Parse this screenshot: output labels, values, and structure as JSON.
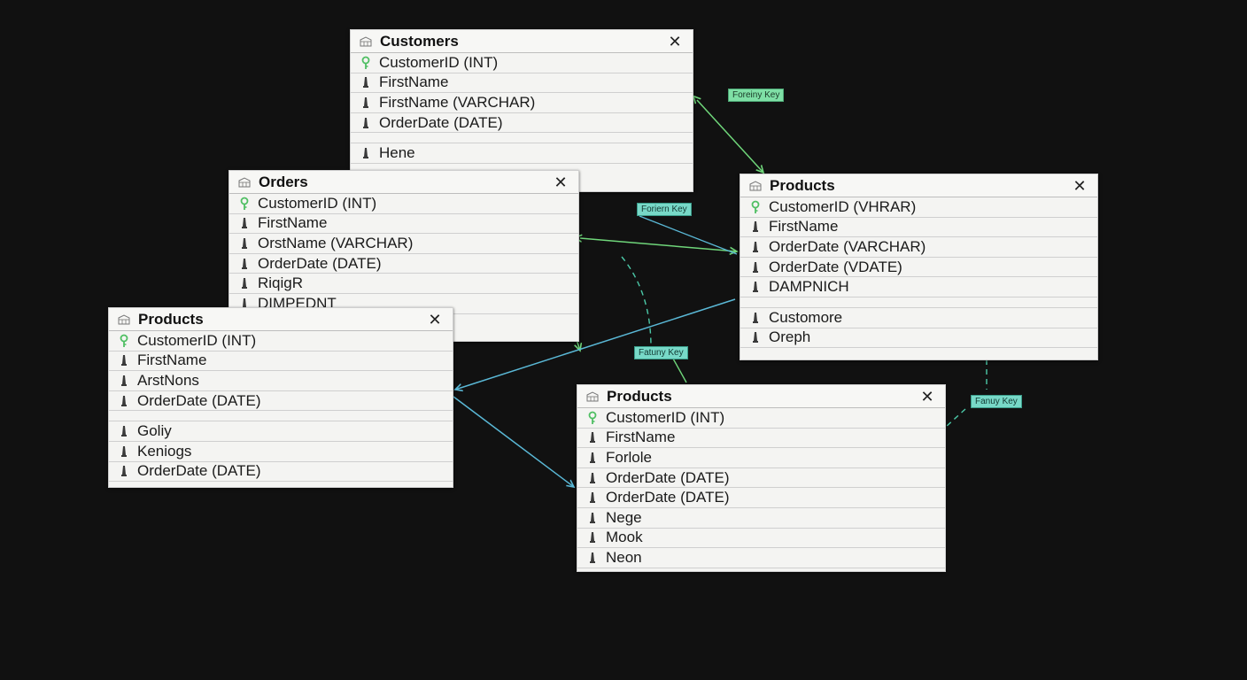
{
  "tables": [
    {
      "name": "Customers",
      "fields": [
        {
          "label": "CustomerID (INT)",
          "icon": "key-icon"
        },
        {
          "label": "FirstName",
          "icon": "column-icon"
        },
        {
          "label": "FirstName (VARCHAR)",
          "icon": "column-icon"
        },
        {
          "label": "OrderDate (DATE)",
          "icon": "column-icon"
        },
        {
          "label": "",
          "icon": "blank"
        },
        {
          "label": "Hene",
          "icon": "column-icon"
        }
      ]
    },
    {
      "name": "Orders",
      "fields": [
        {
          "label": "CustomerID (INT)",
          "icon": "key-icon"
        },
        {
          "label": "FirstName",
          "icon": "column-icon"
        },
        {
          "label": "OrstName (VARCHAR)",
          "icon": "column-icon"
        },
        {
          "label": "OrderDate (DATE)",
          "icon": "column-icon"
        },
        {
          "label": "RiqigR",
          "icon": "column-icon"
        },
        {
          "label": "DIMPEDNT",
          "icon": "column-icon"
        }
      ]
    },
    {
      "name": "Products",
      "fields": [
        {
          "label": "CustomerID (INT)",
          "icon": "key-icon"
        },
        {
          "label": "FirstName",
          "icon": "column-icon"
        },
        {
          "label": "ArstNons",
          "icon": "column-icon"
        },
        {
          "label": "OrderDate (DATE)",
          "icon": "column-icon"
        },
        {
          "label": "",
          "icon": "blank"
        },
        {
          "label": "Goliy",
          "icon": "column-icon"
        },
        {
          "label": "Keniogs",
          "icon": "column-icon"
        },
        {
          "label": "OrderDate (DATE)",
          "icon": "column-icon"
        }
      ]
    },
    {
      "name": "Products",
      "fields": [
        {
          "label": "CustomerID (VHRAR)",
          "icon": "key-icon"
        },
        {
          "label": "FirstName",
          "icon": "column-icon"
        },
        {
          "label": "OrderDate (VARCHAR)",
          "icon": "column-icon"
        },
        {
          "label": "OrderDate (VDATE)",
          "icon": "column-icon"
        },
        {
          "label": "DAMPNICH",
          "icon": "column-icon"
        },
        {
          "label": "",
          "icon": "blank"
        },
        {
          "label": "Customore",
          "icon": "column-icon"
        },
        {
          "label": "Oreph",
          "icon": "column-icon"
        }
      ]
    },
    {
      "name": "Products",
      "fields": [
        {
          "label": "CustomerID (INT)",
          "icon": "key-icon"
        },
        {
          "label": "FirstName",
          "icon": "column-icon"
        },
        {
          "label": "Forlole",
          "icon": "column-icon"
        },
        {
          "label": "OrderDate (DATE)",
          "icon": "column-icon"
        },
        {
          "label": "OrderDate (DATE)",
          "icon": "column-icon"
        },
        {
          "label": "Nege",
          "icon": "column-icon"
        },
        {
          "label": "Mook",
          "icon": "column-icon"
        },
        {
          "label": "Neon",
          "icon": "column-icon"
        }
      ]
    }
  ],
  "relationship_labels": [
    "Foreiny Key",
    "Foriern Key",
    "Fatuny Key",
    "Fanuy Key"
  ],
  "colors": {
    "background": "#111111",
    "green_link": "#6fd67a",
    "blue_link": "#5ab8d6",
    "teal_link": "#4bc9a8",
    "key_icon": "#4fbf63",
    "close_icon": "#222222"
  },
  "icons": {
    "table": "table-icon",
    "primary_key": "key-icon",
    "column": "column-icon",
    "close": "close-icon"
  }
}
